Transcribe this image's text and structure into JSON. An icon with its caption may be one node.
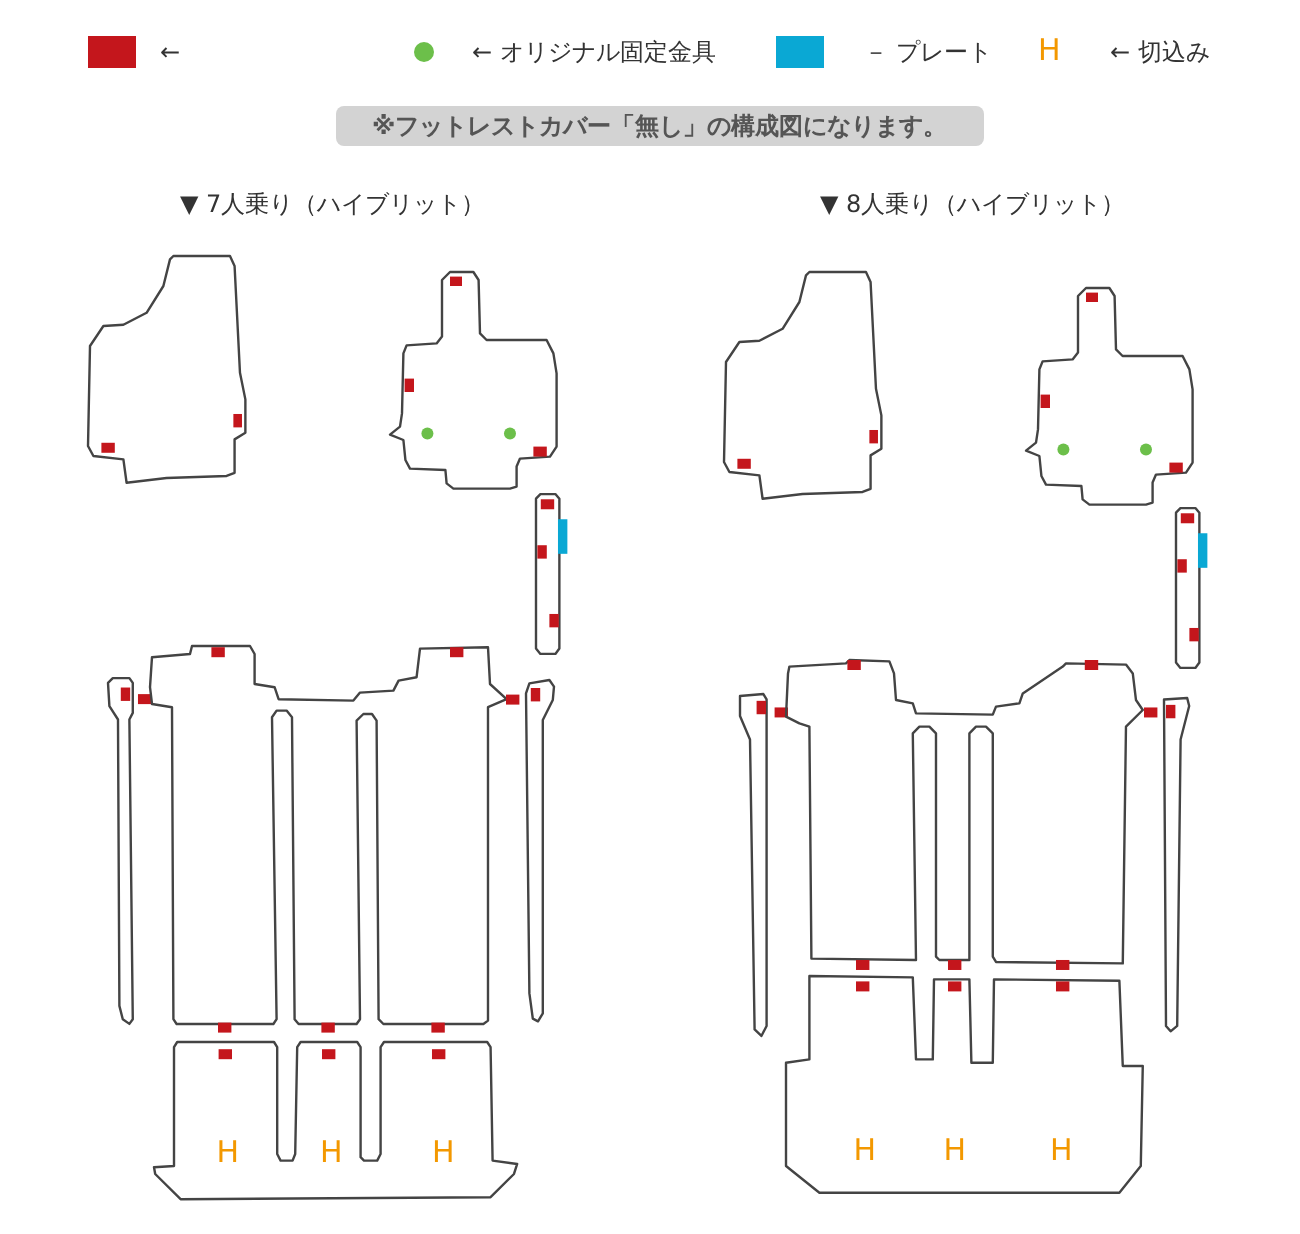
{
  "diagram": {
    "nodes": [
      {
        "text": [],
        "shape": "box"
      },
      {
        "text": [],
        "shape": "box"
      },
      {
        "text": [],
        "shape": "box"
      },
      {
        "text": [],
        "shape": "box"
      },
      {
        "text": [],
        "shape": "box"
      },
      {
        "text": [],
        "shape": "box"
      },
      {
        "text": [
          "H",
          "H",
          "H"
        ]
      },
      {
        "text": [],
        "shape": "box"
      },
      {
        "text": [],
        "shape": "box"
      },
      {
        "text": [],
        "shape": "box"
      },
      {
        "text": [],
        "shape": "box"
      },
      {
        "text": [],
        "shape": "box"
      },
      {
        "text": [],
        "shape": "box"
      },
      {
        "text": [
          "H",
          "H",
          "H"
        ]
      }
    ],
    "edges": [],
    "labels": [
      "H",
      "※フットレストカバー「無し」の構成図になります。",
      "▼ 7人乗り（ハイブリット）",
      "▼ 8人乗り（ハイブリット）"
    ],
    "legend": [
      {
        "text": "←",
        "color": "#c4161c"
      },
      {
        "text": "← オリジナル固定金具",
        "color": "#6cbf4a"
      },
      {
        "text": "－ プレート",
        "color": "#0aa8d4"
      },
      {
        "text": "← 切込み"
      }
    ]
  }
}
